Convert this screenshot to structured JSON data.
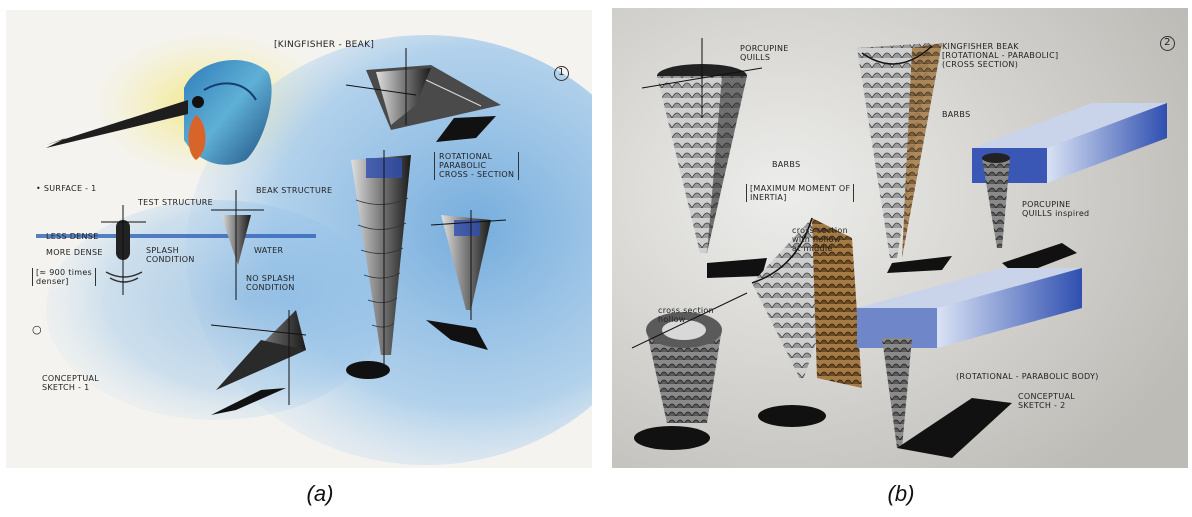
{
  "panel_a": {
    "title": "[KINGFISHER - BEAK]",
    "page_number": "1",
    "surface": "• SURFACE - 1",
    "test_structure": "TEST STRUCTURE",
    "beak_structure": "BEAK STRUCTURE",
    "less_dense": "LESS DENSE",
    "more_dense": "MORE DENSE",
    "splash_condition": "SPLASH\nCONDITION",
    "water": "WATER",
    "denser_note": "[≈ 900 times\ndenser]",
    "no_splash": "NO SPLASH\nCONDITION",
    "rotational": "ROTATIONAL\nPARABOLIC\nCROSS - SECTION",
    "conceptual": "CONCEPTUAL\nSKETCH - 1",
    "bullet": "○"
  },
  "panel_b": {
    "page_number": "2",
    "porcupine_quills": "PORCUPINE\nQUILLS",
    "kingfisher_beak": "KINGFISHER BEAK\n[ROTATIONAL - PARABOLIC]\n(CROSS SECTION)",
    "barbs_left": "BARBS",
    "barbs_right": "BARBS",
    "moment": "[MAXIMUM MOMENT OF\nINERTIA]",
    "cross_section_hollow": "cross section\nwith hollow\nat middle",
    "cross_section_hollow_2": "cross section\nhollow",
    "porcupine_inspired": "PORCUPINE\nQUILLS inspired",
    "rotational_body": "(ROTATIONAL - PARABOLIC BODY)",
    "conceptual": "CONCEPTUAL\nSKETCH - 2"
  },
  "captions": {
    "a": "(a)",
    "b": "(b)"
  },
  "colors": {
    "water_blue": "#7fb5e0",
    "ink": "#1a1a1a",
    "kingfisher_orange": "#d9642a",
    "paper_grey": "#e8e6e1",
    "accent_blue": "#2f4fb0"
  }
}
